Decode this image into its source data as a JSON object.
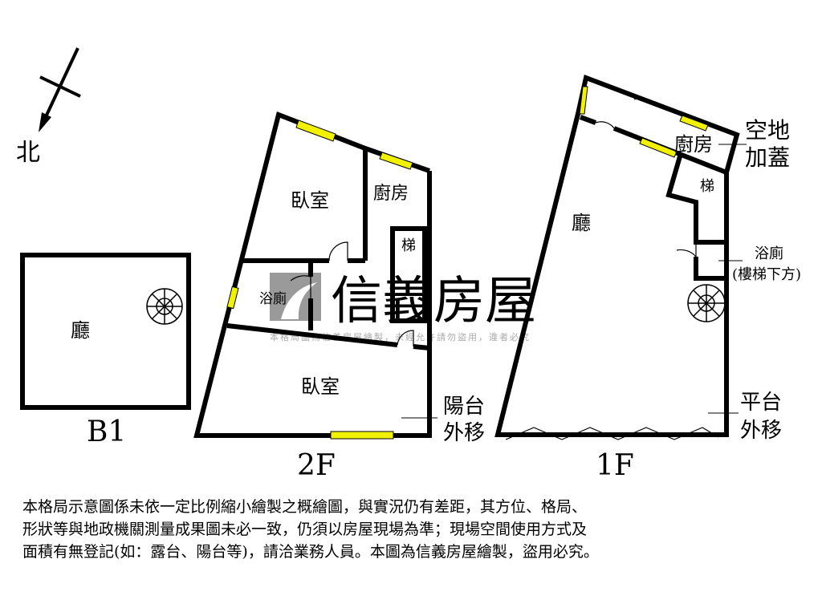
{
  "compass": {
    "north_label": "北"
  },
  "floors": {
    "b1": {
      "label": "B1",
      "rooms": {
        "living": "廳"
      }
    },
    "f2": {
      "label": "2F",
      "rooms": {
        "bedroom_top": "臥室",
        "kitchen": "廚房",
        "stairs": "梯",
        "bathroom": "浴廁",
        "bedroom_bottom": "臥室"
      },
      "annotations": {
        "balcony_1": "陽台",
        "balcony_2": "外移"
      }
    },
    "f1": {
      "label": "1F",
      "rooms": {
        "living": "廳",
        "kitchen": "廚房",
        "stairs": "梯",
        "bathroom": "浴廁",
        "bathroom_note": "(樓梯下方)"
      },
      "annotations": {
        "addition_1": "空地",
        "addition_2": "加蓋",
        "platform_1": "平台",
        "platform_2": "外移"
      }
    }
  },
  "watermark": {
    "brand": "信義房屋",
    "notice": "本格局圖為信義房屋繪製，未經允許請勿盜用，違者必究"
  },
  "disclaimer": [
    "本格局示意圖係未依一定比例縮小繪製之概繪圖，與實況仍有差距，其方位、格局、",
    "形狀等與地政機關測量成果圖未必一致，仍須以房屋現場為準；現場空間使用方式及",
    "面積有無登記(如：露台、陽台等)，請洽業務人員。本圖為信義房屋繪製，盜用必究。"
  ],
  "colors": {
    "wall": "#000000",
    "window": "#f2f200",
    "watermark": "#9a9a9a"
  }
}
